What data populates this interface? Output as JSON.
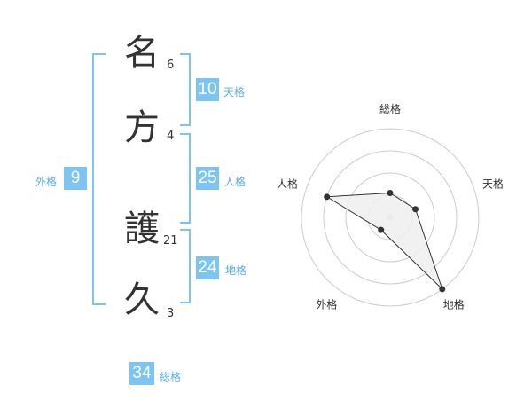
{
  "name": {
    "characters": [
      {
        "char": "名",
        "strokes": "6"
      },
      {
        "char": "方",
        "strokes": "4"
      },
      {
        "char": "護",
        "strokes": "21"
      },
      {
        "char": "久",
        "strokes": "3"
      }
    ]
  },
  "fortunes": {
    "tenkaku": {
      "value": "10",
      "label": "天格"
    },
    "jinkaku": {
      "value": "25",
      "label": "人格"
    },
    "chikaku": {
      "value": "24",
      "label": "地格"
    },
    "gaikaku": {
      "value": "9",
      "label": "外格"
    },
    "soukaku": {
      "value": "34",
      "label": "総格"
    }
  },
  "chart_data": {
    "type": "radar",
    "axes": [
      "総格",
      "天格",
      "地格",
      "外格",
      "人格"
    ],
    "values": [
      1.1,
      1.2,
      4.0,
      0.7,
      3.0
    ],
    "range": [
      0,
      4
    ],
    "rings": 4,
    "colors": {
      "fill": "#efefef",
      "line": "#333333",
      "ring": "#cccccc",
      "point": "#333333"
    }
  }
}
